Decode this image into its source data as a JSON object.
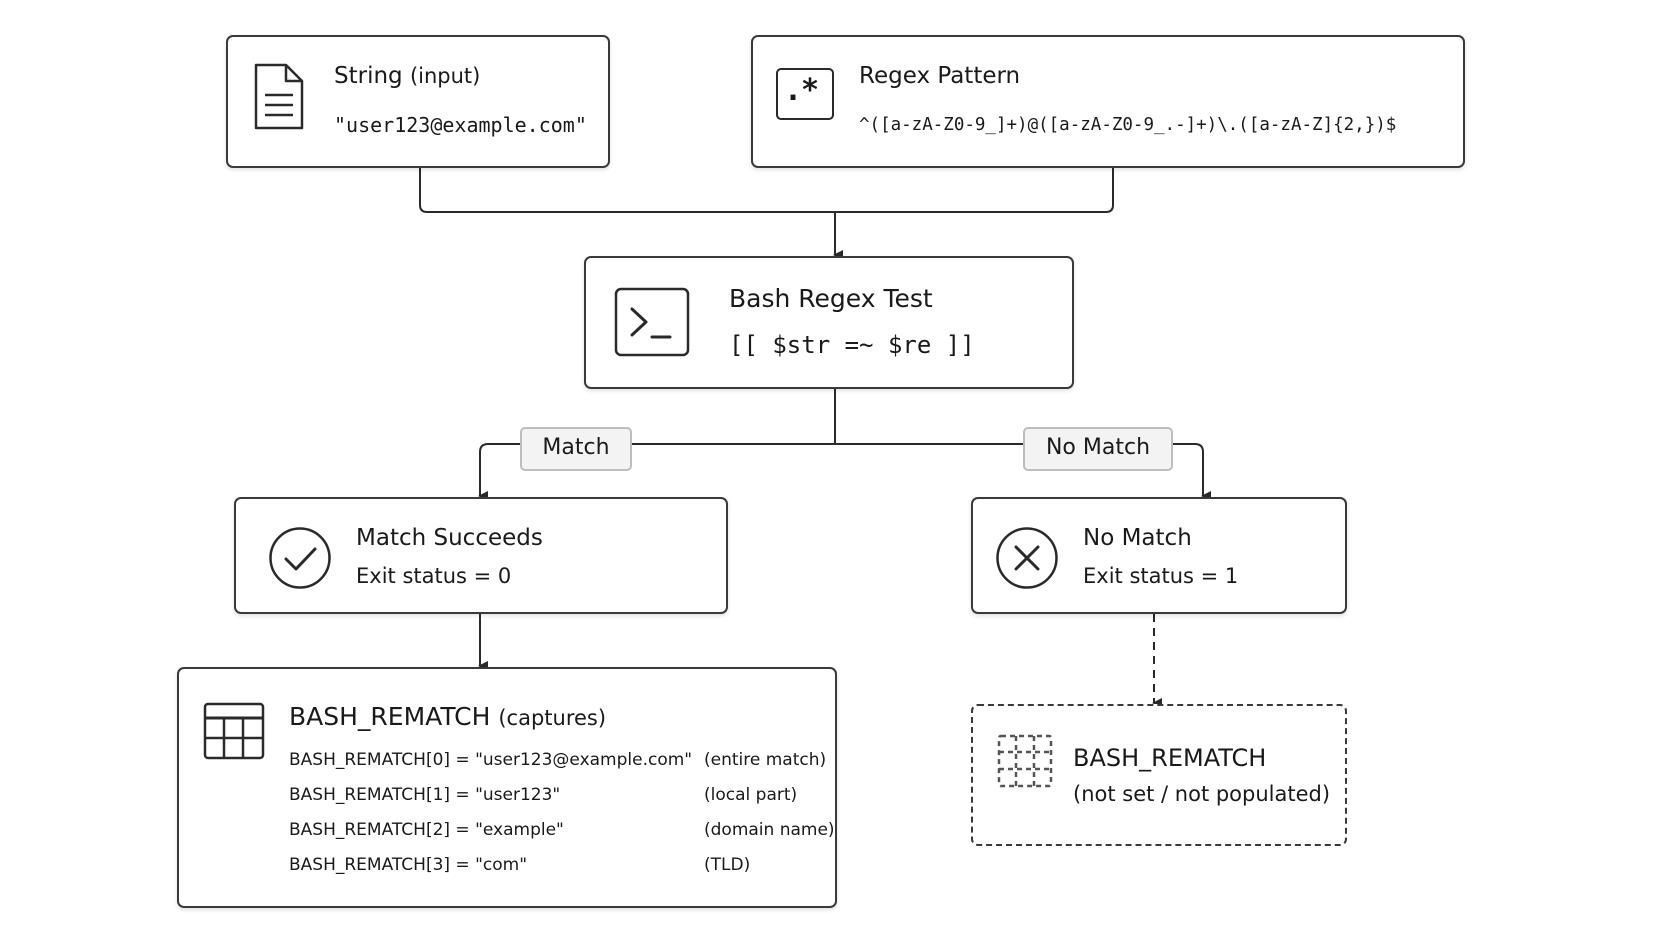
{
  "input_node": {
    "title": "String",
    "subtitle": "(input)",
    "value": "\"user123@example.com\""
  },
  "pattern_node": {
    "title": "Regex Pattern",
    "icon_text": ".*",
    "value": "^([a-zA-Z0-9_]+)@([a-zA-Z0-9_.-]+)\\.([a-zA-Z]{2,})$"
  },
  "test_node": {
    "title": "Bash Regex Test",
    "code": "[[ $str =~ $re ]]"
  },
  "edge_labels": {
    "match": "Match",
    "no_match": "No Match"
  },
  "success_node": {
    "title": "Match Succeeds",
    "status": "Exit status = 0"
  },
  "fail_node": {
    "title": "No Match",
    "status": "Exit status = 1"
  },
  "captures_node": {
    "title": "BASH_REMATCH",
    "subtitle": "(captures)",
    "rows": [
      {
        "expr": "BASH_REMATCH[0] = \"user123@example.com\"",
        "note": "(entire match)"
      },
      {
        "expr": "BASH_REMATCH[1] = \"user123\"",
        "note": "(local part)"
      },
      {
        "expr": "BASH_REMATCH[2] = \"example\"",
        "note": "(domain name)"
      },
      {
        "expr": "BASH_REMATCH[3] = \"com\"",
        "note": "(TLD)"
      }
    ]
  },
  "unset_node": {
    "title": "BASH_REMATCH",
    "note": "(not set / not populated)"
  },
  "colors": {
    "stroke": "#3a3a3a",
    "label_bg": "#f3f3f3",
    "label_border": "#bdbdbd"
  }
}
